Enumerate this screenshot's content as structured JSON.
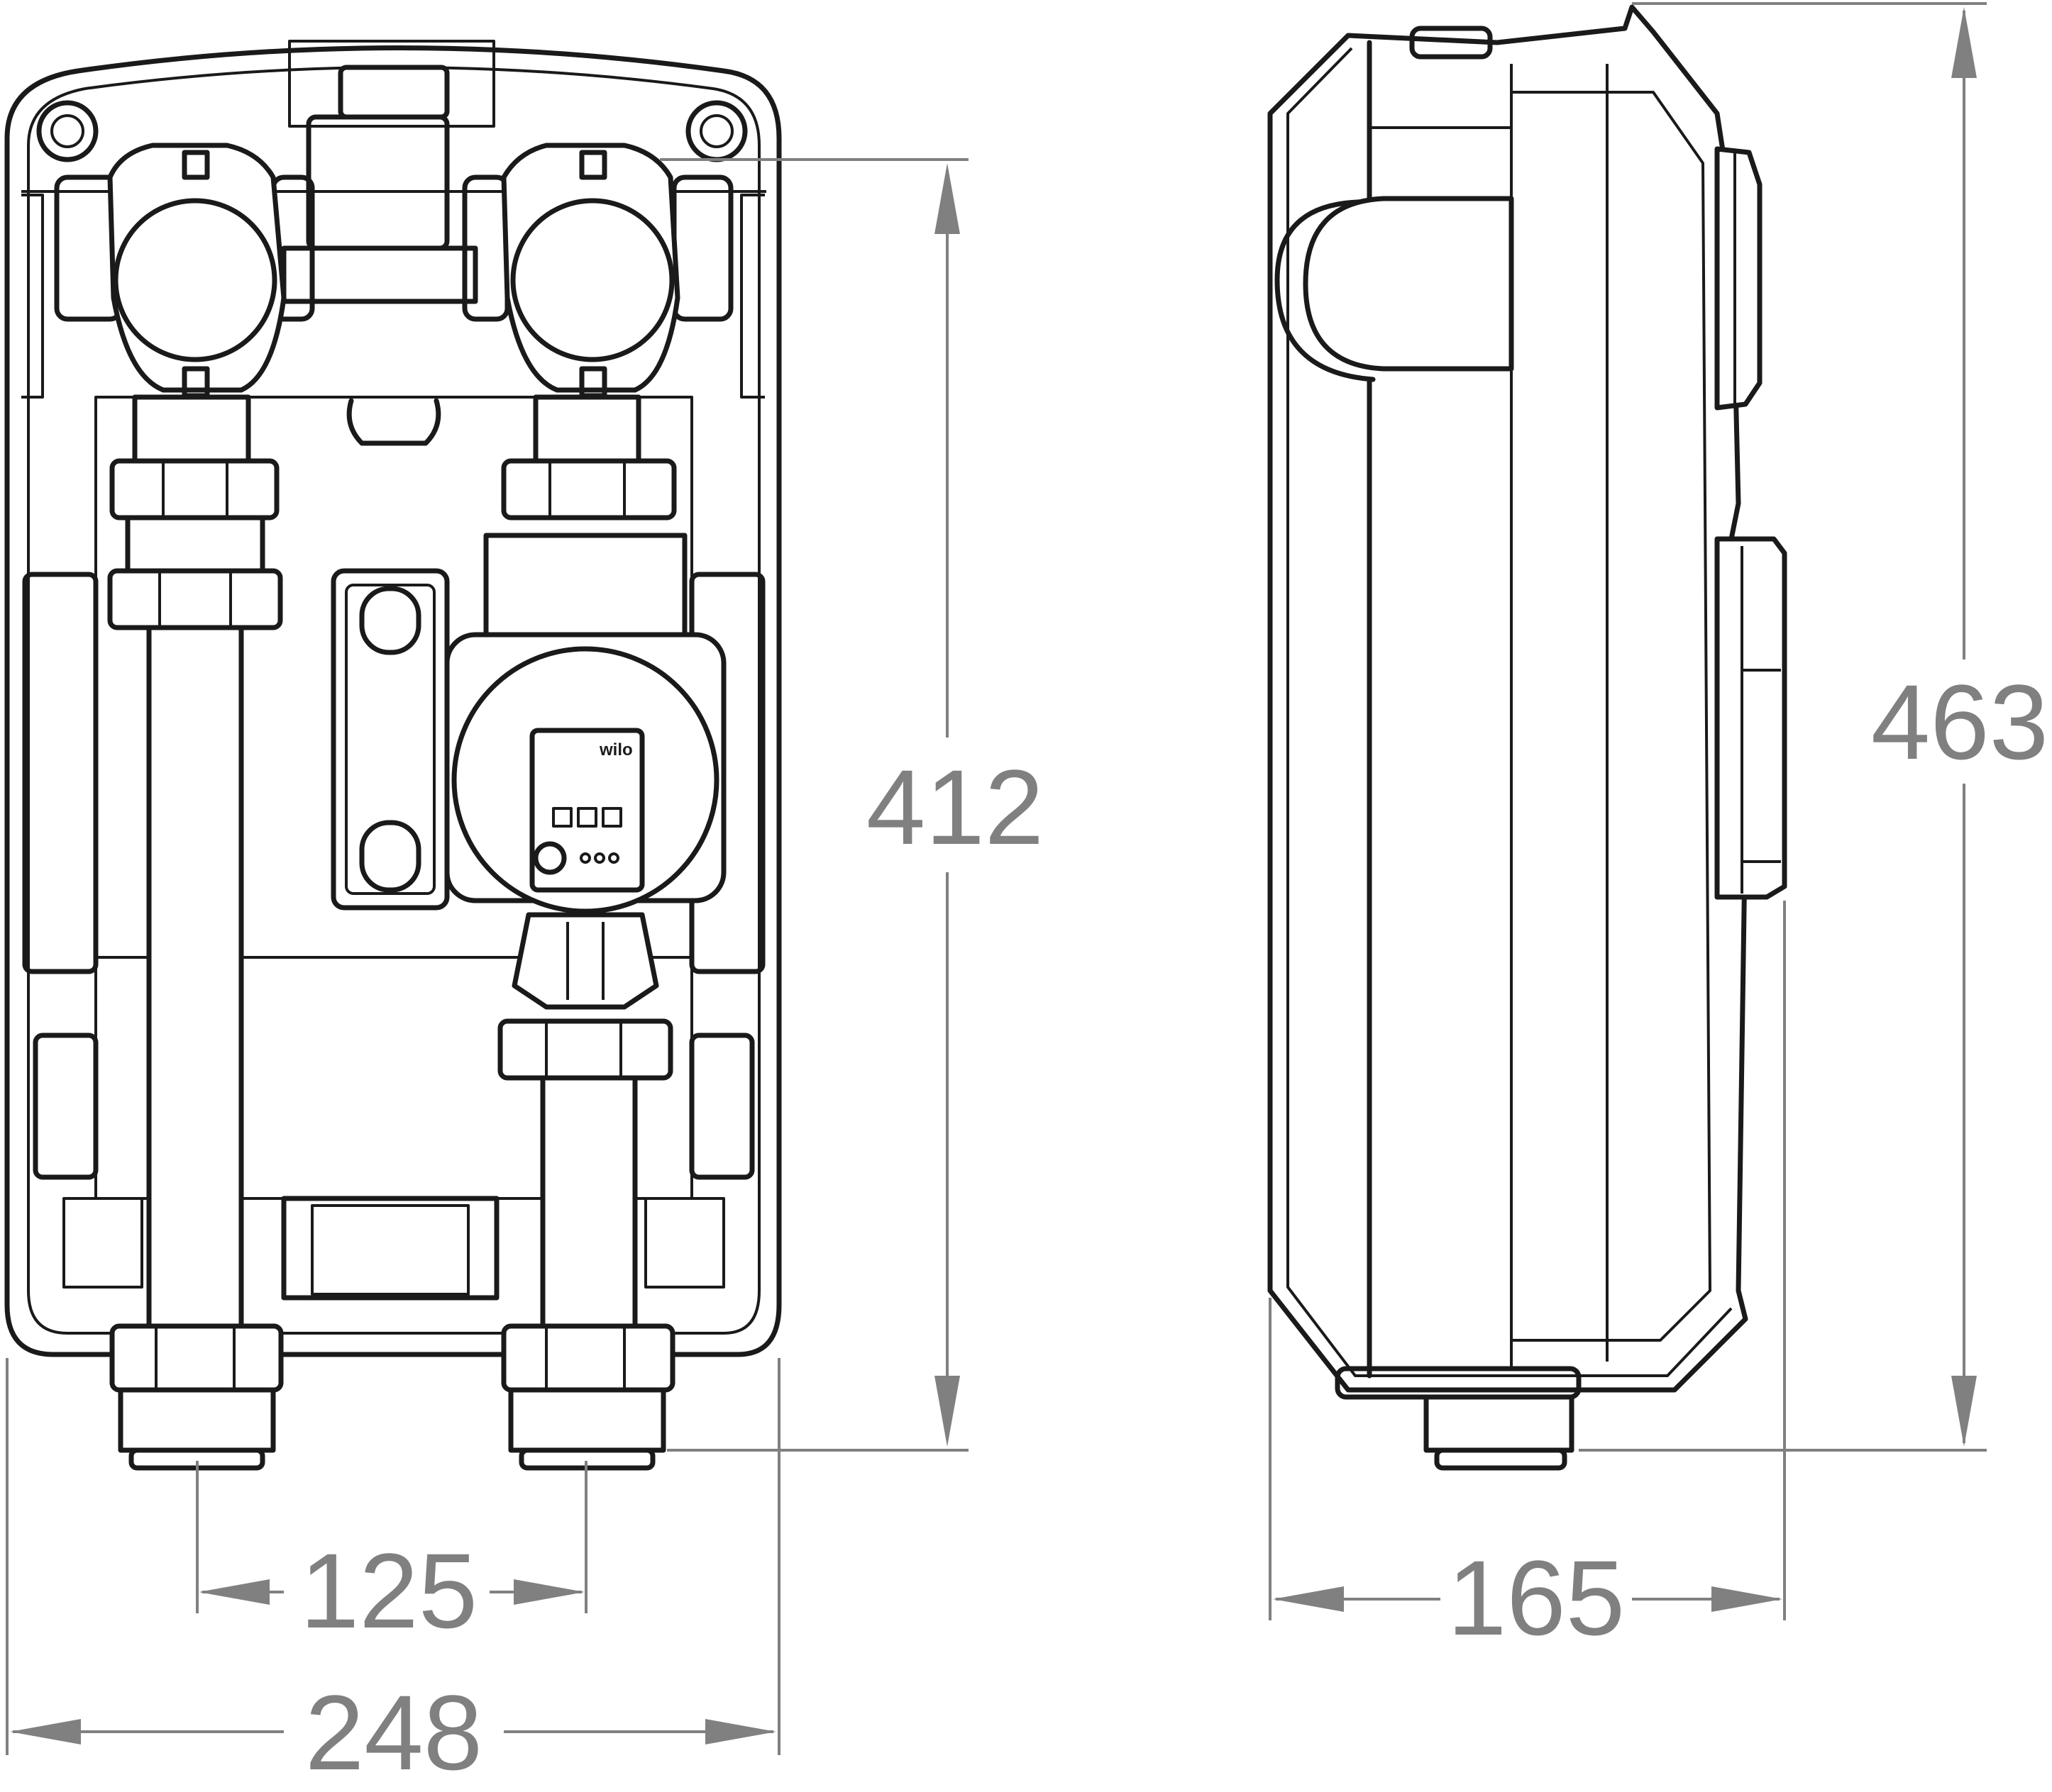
{
  "dimensions": {
    "valve_spacing": "125",
    "front_width": "248",
    "front_height": "412",
    "side_depth": "165",
    "total_height": "463"
  },
  "pump": {
    "brand": "wilo"
  },
  "colors": {
    "outline": "#1a1a1a",
    "dimension": "#808080",
    "background": "#ffffff"
  }
}
